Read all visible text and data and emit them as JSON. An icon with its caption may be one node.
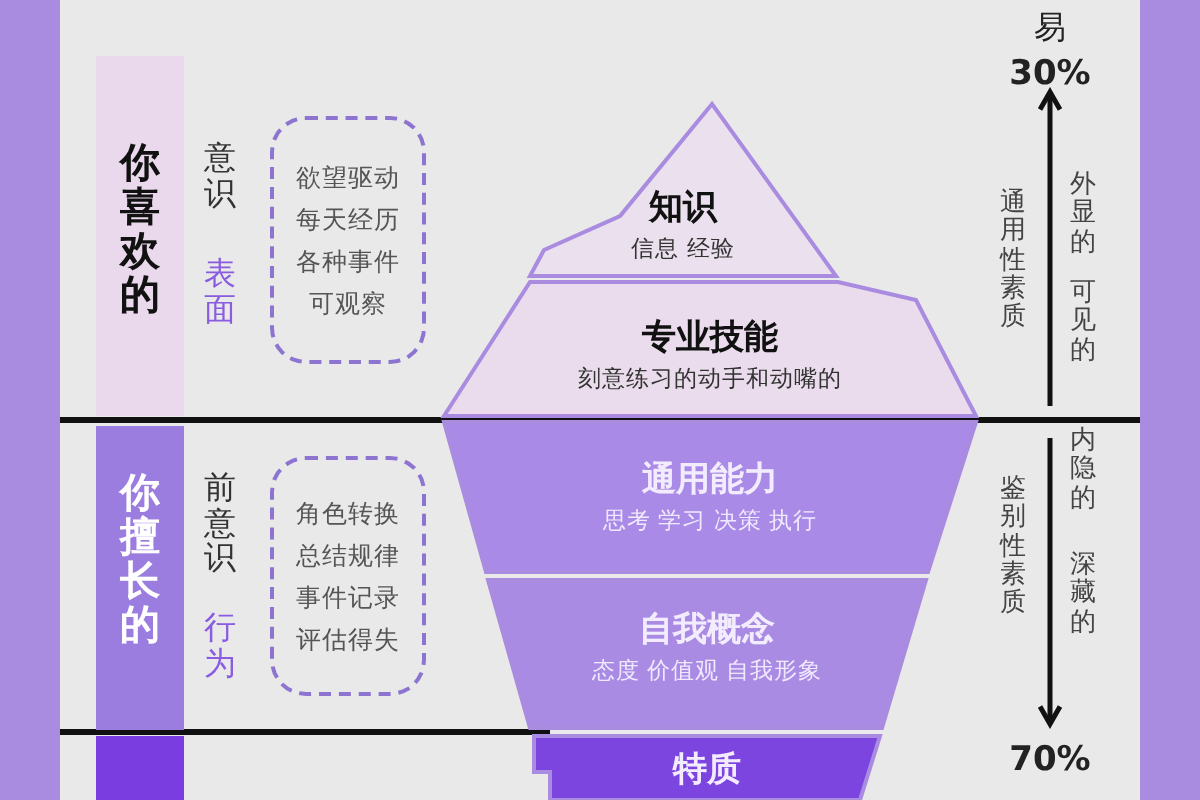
{
  "diagram": {
    "nodes": [
      {
        "text": [
          "你喜欢的"
        ]
      },
      {
        "text": [
          "欲望驱动",
          "每天经历",
          "各种事件",
          "可观察"
        ]
      },
      {
        "text": [
          "你擅长的"
        ]
      },
      {
        "text": [
          "角色转换",
          "总结规律",
          "事件记录",
          "评估得失"
        ]
      },
      {
        "text": [],
        "shape": "bar"
      },
      {
        "text": [
          "知识",
          "信息 经验"
        ]
      },
      {
        "text": [
          "专业技能",
          "刻意练习的动手和动嘴的"
        ]
      },
      {
        "text": [
          "通用能力",
          "思考 学习 决策 执行"
        ]
      },
      {
        "text": [
          "自我概念",
          "态度 价值观 自我形象"
        ]
      },
      {
        "text": [
          "特质"
        ]
      },
      {
        "text": [],
        "shape": "bar"
      },
      {
        "text": [],
        "shape": "bar"
      }
    ],
    "labels": [
      "意识",
      "表面",
      "前意识",
      "行为",
      "易",
      "30%",
      "通用性素质",
      "外显的",
      "可见的",
      "鉴别性素质",
      "内隐的",
      "深藏的",
      "70%"
    ]
  }
}
